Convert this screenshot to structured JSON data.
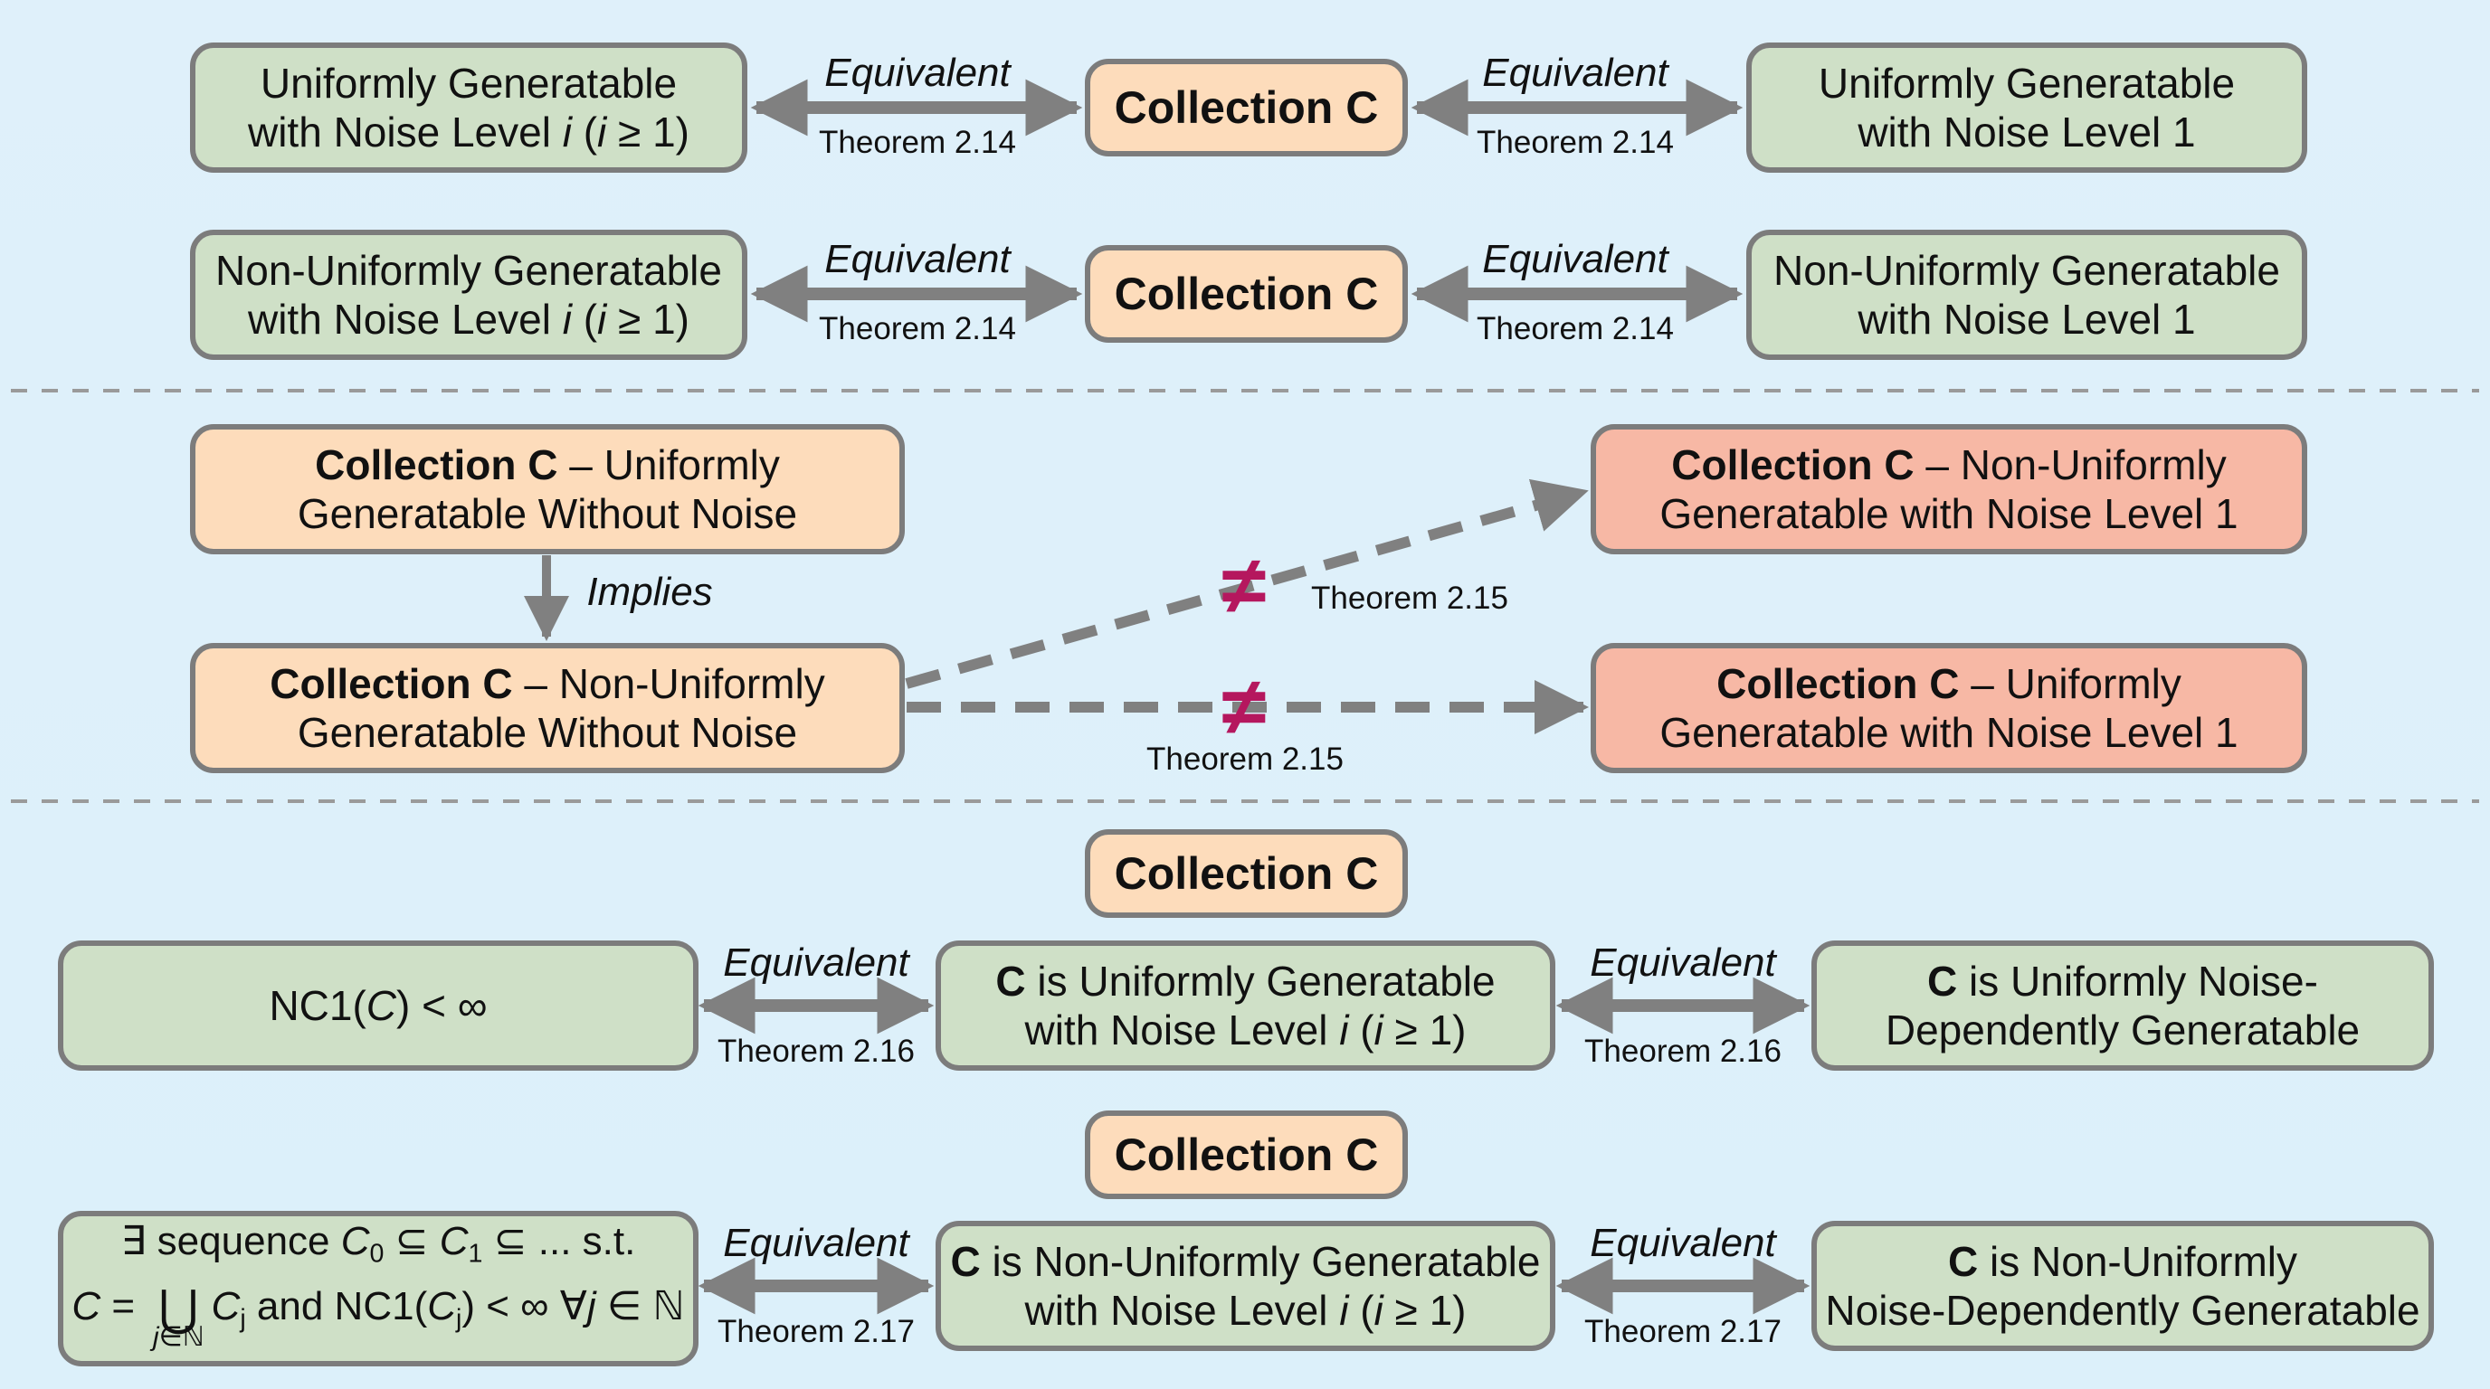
{
  "colors": {
    "background": "#ddeff8",
    "green_box": "#cfe0c7",
    "orange_box": "#fddcbb",
    "red_box": "#f7b8a5",
    "border": "#7c7c7c",
    "arrow": "#808080",
    "not_equal": "#b5175e"
  },
  "section1": {
    "row1": {
      "left": {
        "line1": "Uniformly Generatable",
        "line2_pre": "with Noise Level ",
        "var": "i",
        "paren_open": " (",
        "var2": "i",
        "cond": " ≥ 1)"
      },
      "center": "Collection C",
      "right": {
        "line1": "Uniformly Generatable",
        "line2": "with Noise Level 1"
      },
      "left_link": {
        "label": "Equivalent",
        "theorem": "Theorem 2.14"
      },
      "right_link": {
        "label": "Equivalent",
        "theorem": "Theorem 2.14"
      }
    },
    "row2": {
      "left": {
        "line1": "Non-Uniformly Generatable",
        "line2_pre": "with Noise Level ",
        "var": "i",
        "paren_open": " (",
        "var2": "i",
        "cond": " ≥ 1)"
      },
      "center": "Collection C",
      "right": {
        "line1": "Non-Uniformly Generatable",
        "line2": "with Noise Level 1"
      },
      "left_link": {
        "label": "Equivalent",
        "theorem": "Theorem 2.14"
      },
      "right_link": {
        "label": "Equivalent",
        "theorem": "Theorem 2.14"
      }
    }
  },
  "section2": {
    "top_left": {
      "bold": "Collection C",
      "rest1": " – Uniformly",
      "line2": "Generatable Without Noise"
    },
    "bottom_left": {
      "bold": "Collection C",
      "rest1": " – Non-Uniformly",
      "line2": "Generatable Without Noise"
    },
    "top_right": {
      "bold": "Collection C",
      "rest1": " – Non-Uniformly",
      "line2": "Generatable with Noise Level 1"
    },
    "bottom_right": {
      "bold": "Collection C",
      "rest1": " – Uniformly",
      "line2": "Generatable with Noise Level 1"
    },
    "implies_label": "Implies",
    "diagonal_link": {
      "symbol": "≠",
      "theorem": "Theorem 2.15"
    },
    "horizontal_link": {
      "symbol": "≠",
      "theorem": "Theorem 2.15"
    }
  },
  "section3": {
    "header1": "Collection C",
    "row1": {
      "left": {
        "pre": "NC1(",
        "var": "C",
        "post": ") < ∞"
      },
      "middle": {
        "bold": "C",
        "rest1": " is Uniformly Generatable",
        "line2_pre": "with Noise Level ",
        "var": "i",
        "paren_open": " (",
        "var2": "i",
        "cond": " ≥ 1)"
      },
      "right": {
        "bold": "C",
        "rest1": " is Uniformly Noise-",
        "line2": "Dependently Generatable"
      },
      "left_link": {
        "label": "Equivalent",
        "theorem": "Theorem 2.16"
      },
      "right_link": {
        "label": "Equivalent",
        "theorem": "Theorem 2.16"
      }
    },
    "header2": "Collection C",
    "row2": {
      "left": {
        "l1_a": "∃ sequence ",
        "C": "C",
        "sub0": "0",
        "subset1": " ⊆ ",
        "sub1": "1",
        "l1_b": " ⊆ ... s.t.",
        "l2_a": " = ",
        "union": "⋃",
        "union_under": "j∈ℕ",
        "Cj": "C",
        "subj": "j",
        "l2_b": " and NC1(",
        "l2_c": ") < ∞ ∀",
        "jvar": "j",
        "l2_d": " ∈ ℕ"
      },
      "middle": {
        "bold": "C",
        "rest1": " is Non-Uniformly Generatable",
        "line2_pre": "with Noise Level ",
        "var": "i",
        "paren_open": " (",
        "var2": "i",
        "cond": " ≥ 1)"
      },
      "right": {
        "bold": "C",
        "rest1": " is Non-Uniformly",
        "line2": "Noise-Dependently Generatable"
      },
      "left_link": {
        "label": "Equivalent",
        "theorem": "Theorem 2.17"
      },
      "right_link": {
        "label": "Equivalent",
        "theorem": "Theorem 2.17"
      }
    }
  }
}
